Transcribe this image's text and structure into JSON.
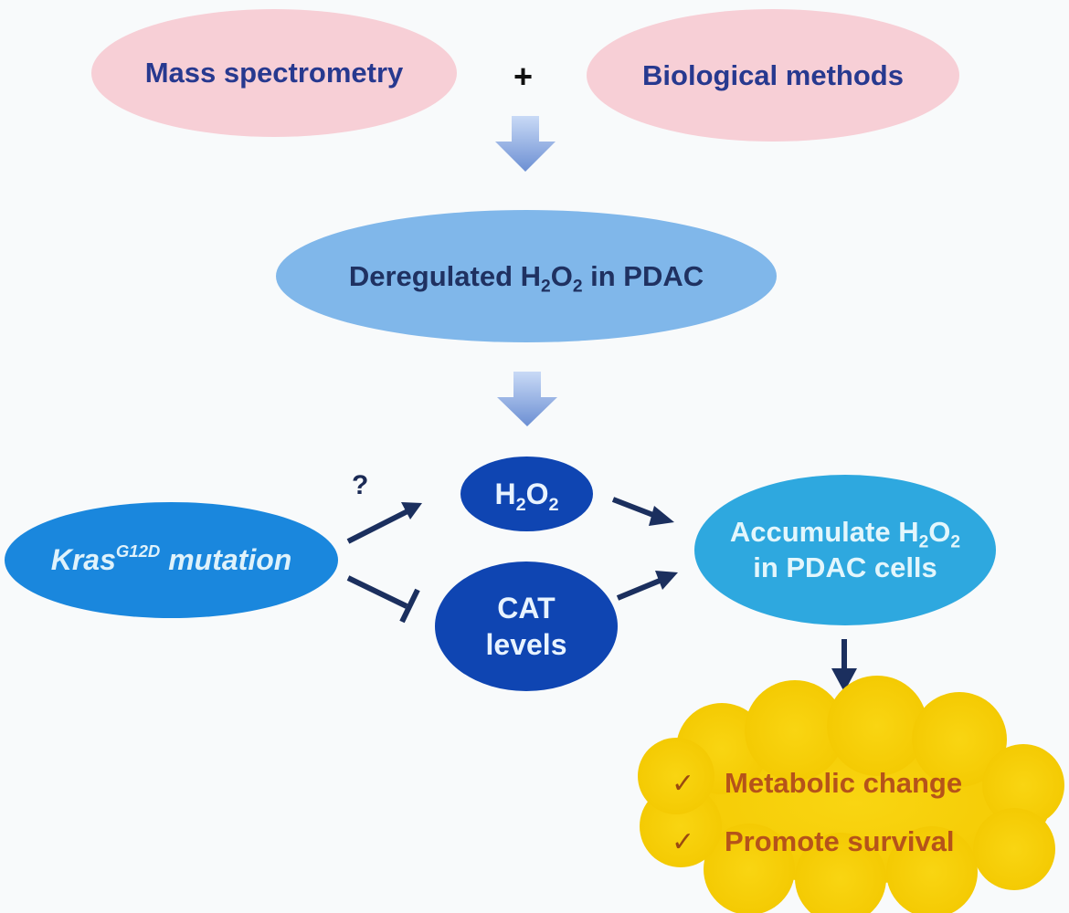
{
  "diagram": {
    "title": "Deregulated H2O2 in PDAC pathway",
    "colors": {
      "input_node": "#f7cfd6",
      "input_text": "#27398f",
      "central_node": "#80b7ea",
      "kras_node": "#1a87dd",
      "dark_node": "#0f45b2",
      "result_node": "#2ea8df",
      "outcome_cloud": "#f8d20a",
      "outcome_text": "#b5531a",
      "arrow": "#1b2f5e",
      "block_arrow": "#8fb0e6"
    },
    "inputs": [
      {
        "label": "Mass spectrometry"
      },
      {
        "label": "Biological methods"
      }
    ],
    "plus_symbol": "+",
    "central": {
      "prefix": "Deregulated H",
      "sub1": "2",
      "mid": "O",
      "sub2": "2",
      "suffix": " in PDAC"
    },
    "kras": {
      "base": "Kras",
      "superscript": "G12D",
      "suffix": " mutation"
    },
    "h2o2": {
      "h": "H",
      "sub1": "2",
      "o": "O",
      "sub2": "2"
    },
    "cat": {
      "line1": "CAT",
      "line2": "levels"
    },
    "accumulate": {
      "line1_prefix": "Accumulate H",
      "sub1": "2",
      "o": "O",
      "sub2": "2",
      "line2": "in PDAC cells"
    },
    "question_mark": "?",
    "outcomes": [
      {
        "check": "✓",
        "label": "Metabolic change"
      },
      {
        "check": "✓",
        "label": "Promote survival"
      }
    ],
    "edges": [
      {
        "from": "inputs",
        "to": "central",
        "type": "block-arrow"
      },
      {
        "from": "central",
        "to": "h2o2/cat",
        "type": "block-arrow"
      },
      {
        "from": "kras",
        "to": "h2o2",
        "type": "activation",
        "label": "?"
      },
      {
        "from": "kras",
        "to": "cat",
        "type": "inhibition"
      },
      {
        "from": "h2o2",
        "to": "accumulate",
        "type": "activation"
      },
      {
        "from": "cat",
        "to": "accumulate",
        "type": "activation"
      },
      {
        "from": "accumulate",
        "to": "outcomes",
        "type": "activation"
      }
    ]
  }
}
